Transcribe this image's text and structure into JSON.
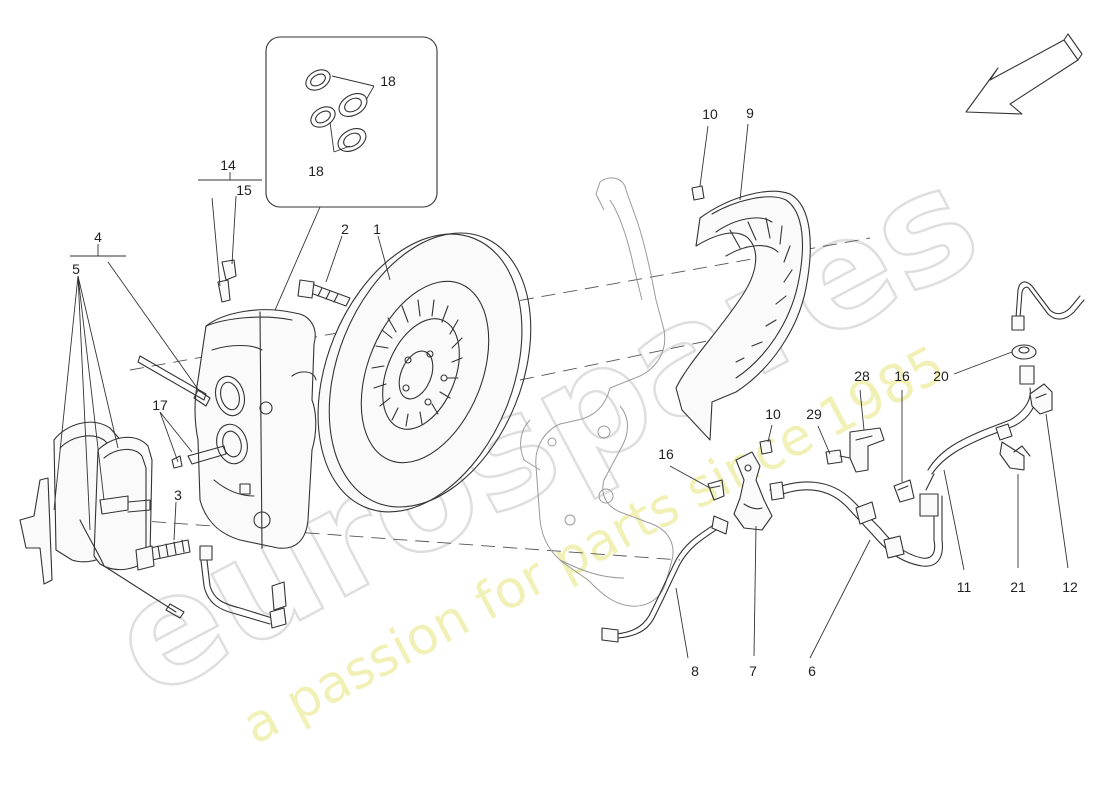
{
  "watermark": {
    "brand": "eurospares",
    "tagline": "a passion for parts since 1985"
  },
  "callouts": {
    "c1": "1",
    "c2": "2",
    "c3": "3",
    "c4": "4",
    "c5": "5",
    "c6": "6",
    "c7": "7",
    "c8": "8",
    "c9": "9",
    "c10a": "10",
    "c10b": "10",
    "c11": "11",
    "c12": "12",
    "c14": "14",
    "c15": "15",
    "c16a": "16",
    "c16b": "16",
    "c17": "17",
    "c18a": "18",
    "c18b": "18",
    "c20": "20",
    "c21": "21",
    "c28": "28",
    "c29": "29"
  },
  "colors": {
    "line": "#333333",
    "watermark_grey": "#d4d4d4",
    "watermark_yellow": "#ecec9a"
  },
  "icons": {
    "direction_arrow": "direction-arrow-icon"
  }
}
